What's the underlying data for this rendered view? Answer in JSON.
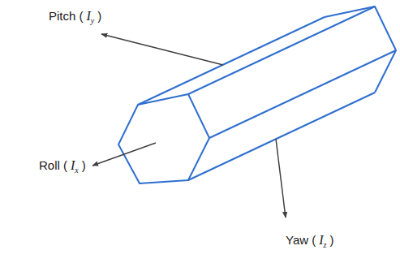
{
  "diagram": {
    "labels": [
      "Pitch (",
      "I",
      "y",
      ")",
      "Roll (",
      "I",
      "x",
      ")",
      "Yaw (",
      "I",
      "z",
      ")"
    ]
  }
}
